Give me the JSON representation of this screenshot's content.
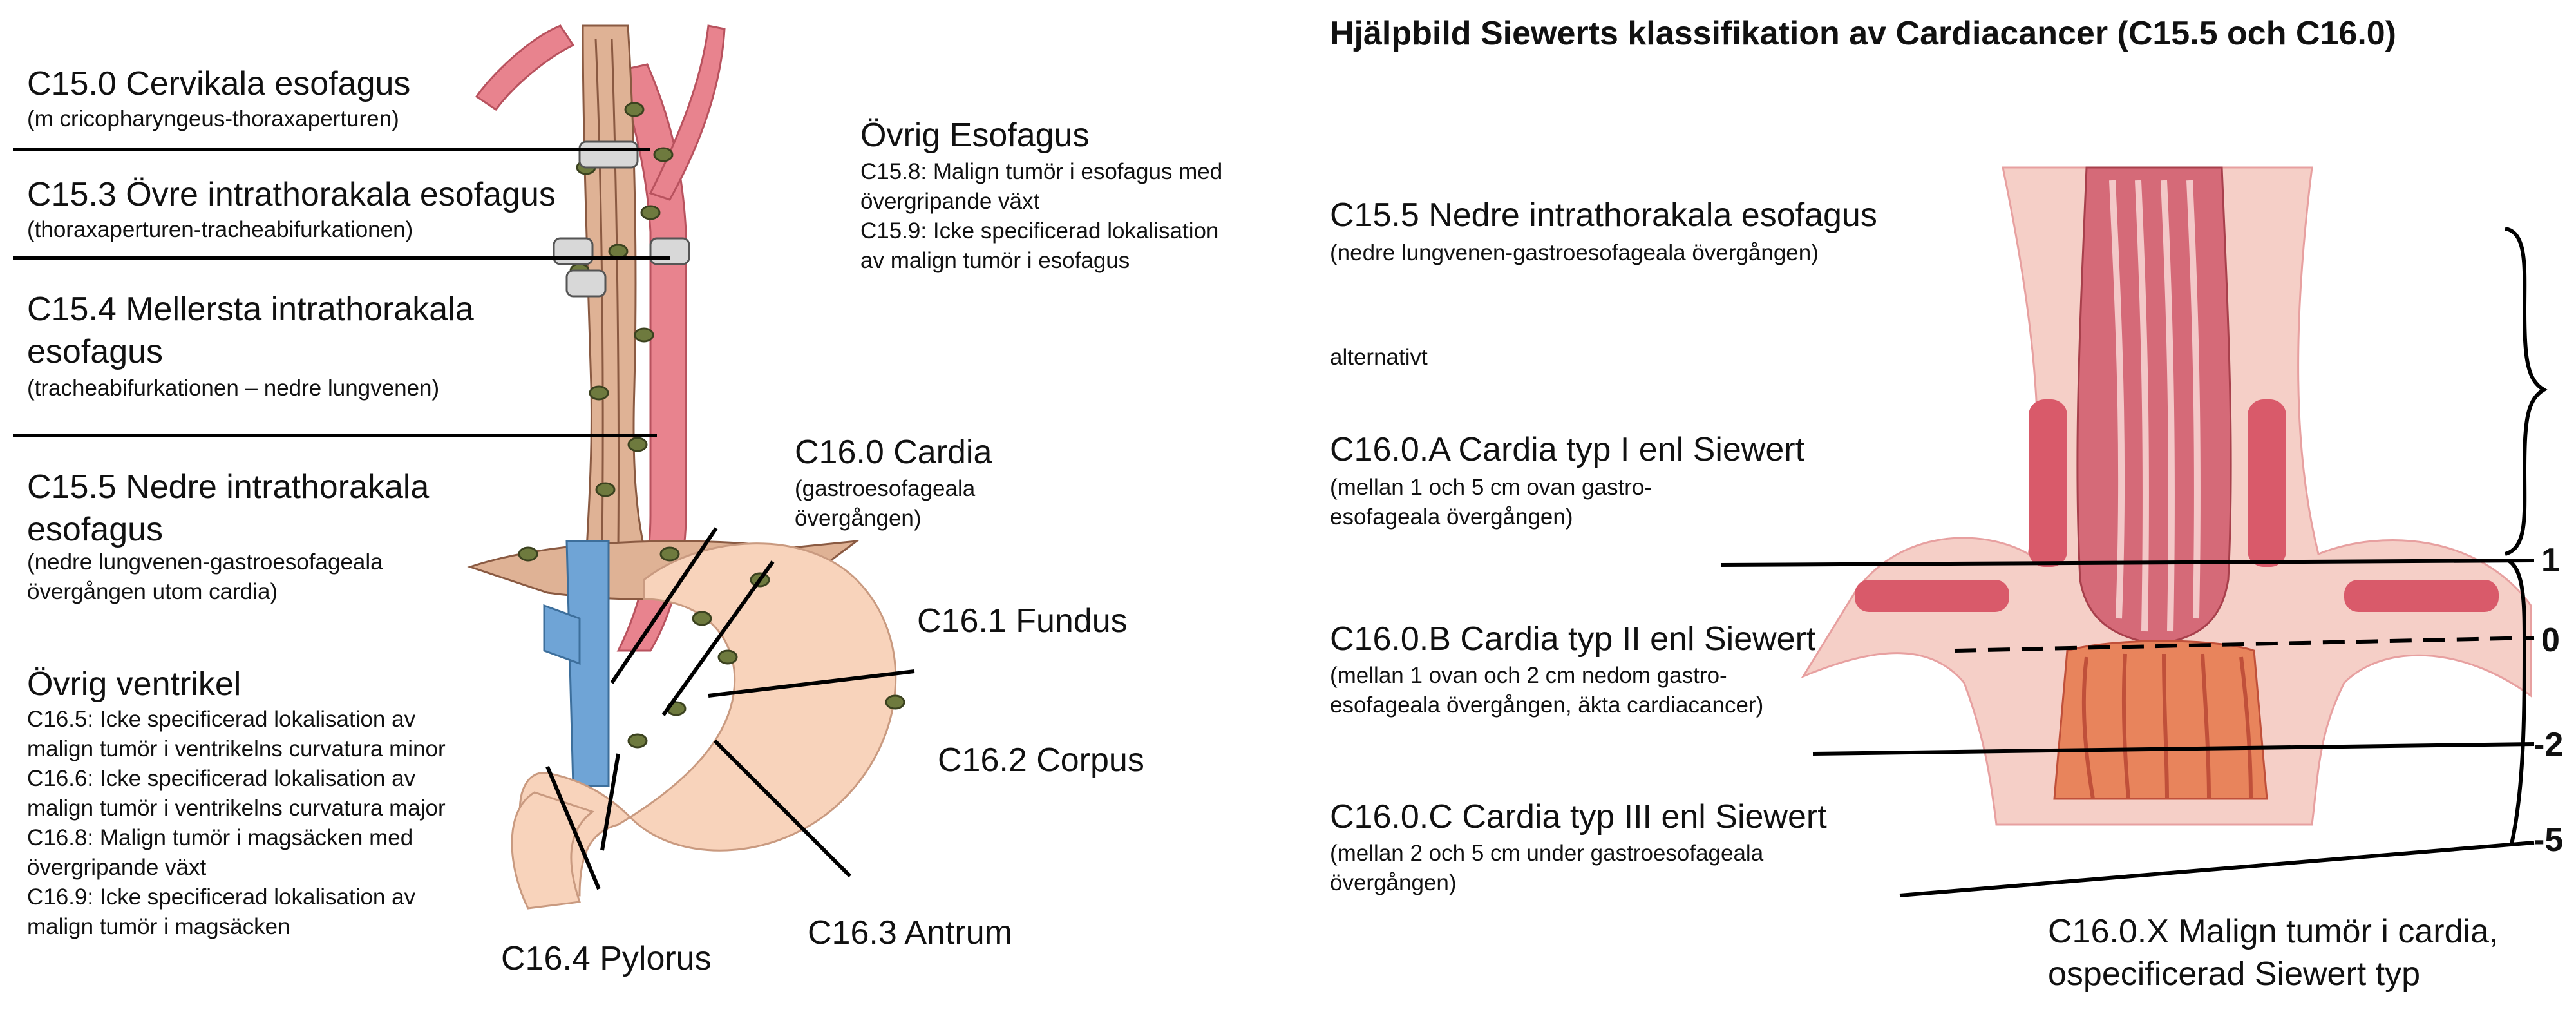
{
  "title": "Hjälpbild Siewerts klassifikation av Cardiacancer (C15.5 och C16.0)",
  "colors": {
    "artery": "#e8838e",
    "artery_dark": "#b8525e",
    "esophagus": "#dfb295",
    "esophagus_dark": "#8a5a42",
    "stomach": "#f8d3bb",
    "stomach_dark": "#c99a80",
    "vein": "#6fa4d6",
    "node": "#6e7a3e",
    "mucosa": "#d56a78",
    "muscle": "#e7a0a0",
    "lines": "#000000"
  },
  "left": {
    "c150": {
      "title": "C15.0 Cervikala esofagus",
      "sub": "(m cricopharyngeus-thoraxaperturen)"
    },
    "c153": {
      "title": "C15.3 Övre intrathorakala esofagus",
      "sub": "(thoraxaperturen-tracheabifurkationen)"
    },
    "c154": {
      "title1": "C15.4 Mellersta intrathorakala",
      "title2": "esofagus",
      "sub": "(tracheabifurkationen – nedre lungvenen)"
    },
    "c155": {
      "title1": "C15.5 Nedre intrathorakala",
      "title2": "esofagus",
      "sub1": "(nedre lungvenen-gastroesofageala",
      "sub2": "övergången utom cardia)"
    },
    "ovrig_esofagus": {
      "title": "Övrig Esofagus",
      "lines": [
        "C15.8:  Malign tumör i esofagus med",
        "övergripande växt",
        "C15.9:  Icke specificerad lokalisation",
        "av malign tumör i esofagus"
      ]
    },
    "c160": {
      "title": "C16.0 Cardia",
      "sub1": "(gastroesofageala",
      "sub2": "övergången)"
    },
    "c161": "C16.1 Fundus",
    "c162": "C16.2 Corpus",
    "c163": "C16.3 Antrum",
    "c164": "C16.4 Pylorus",
    "ovrig_ventrikel": {
      "title": "Övrig ventrikel",
      "lines": [
        "C16.5:  Icke specificerad lokalisation av",
        "malign tumör i ventrikelns curvatura minor",
        "C16.6:  Icke specificerad lokalisation av",
        "malign tumör i ventrikelns curvatura major",
        "C16.8:  Malign tumör i magsäcken med",
        "övergripande växt",
        "C16.9:  Icke specificerad lokalisation av",
        "malign tumör i magsäcken"
      ]
    }
  },
  "right": {
    "c155": {
      "title": "C15.5 Nedre intrathorakala esofagus",
      "sub": "(nedre lungvenen-gastroesofageala övergången)"
    },
    "alternativt": "alternativt",
    "c160a": {
      "title": "C16.0.A Cardia typ I enl Siewert",
      "sub1": "(mellan 1 och 5 cm ovan gastro-",
      "sub2": "esofageala övergången)"
    },
    "c160b": {
      "title": "C16.0.B Cardia typ II enl Siewert",
      "sub1": "(mellan 1 ovan och 2 cm nedom gastro-",
      "sub2": "esofageala övergången, äkta cardiacancer)"
    },
    "c160c": {
      "title": "C16.0.C Cardia typ III enl Siewert",
      "sub1": "(mellan 2 och 5 cm under gastroesofageala",
      "sub2": "övergången)"
    },
    "c160x": {
      "line1": "C16.0.X Malign tumör i cardia,",
      "line2": "ospecificerad Siewert typ"
    },
    "markers": [
      "1",
      "0",
      "-2",
      "-5"
    ]
  }
}
